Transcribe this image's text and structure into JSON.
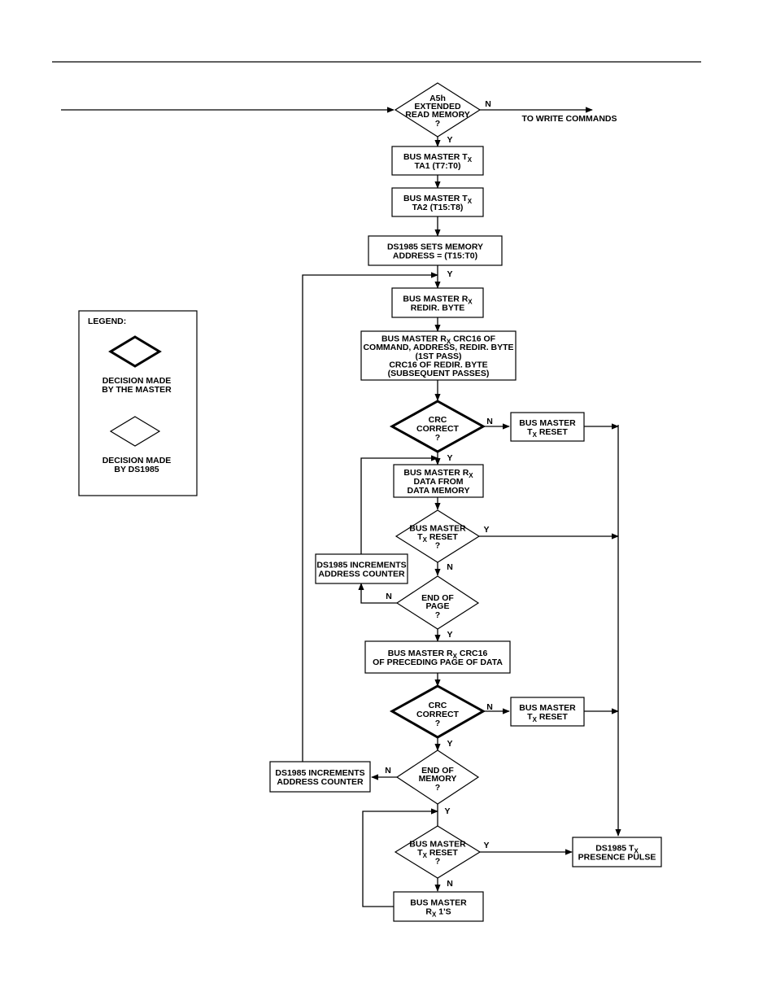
{
  "legend": {
    "title": "LEGEND:",
    "master_decision": [
      "DECISION MADE",
      "BY THE MASTER"
    ],
    "ds_decision": [
      "DECISION MADE",
      "BY DS1985"
    ]
  },
  "nodes": {
    "cmd": [
      "A5h",
      "EXTENDED",
      "READ MEMORY",
      "?"
    ],
    "to_write": "TO WRITE COMMANDS",
    "tx_ta1": [
      [
        "BUS MASTER T",
        "X"
      ],
      [
        "TA1 (T7:T0)"
      ]
    ],
    "tx_ta2": [
      [
        "BUS MASTER T",
        "X"
      ],
      [
        "TA2 (T15:T8)"
      ]
    ],
    "set_addr": [
      [
        "DS1985 SETS MEMORY"
      ],
      [
        "ADDRESS = (T15:T0)"
      ]
    ],
    "rx_redir": [
      [
        "BUS MASTER R",
        "X"
      ],
      [
        "REDIR. BYTE"
      ]
    ],
    "rx_crc16": [
      [
        "BUS MASTER R",
        "X",
        " CRC16 OF"
      ],
      [
        "COMMAND, ADDRESS, REDIR. BYTE"
      ],
      [
        "(1ST PASS)"
      ],
      [
        "CRC16 OF REDIR. BYTE"
      ],
      [
        "(SUBSEQUENT PASSES)"
      ]
    ],
    "crc1": [
      "CRC",
      "CORRECT",
      "?"
    ],
    "reset_box1": [
      [
        "BUS MASTER"
      ],
      [
        "T",
        "X",
        " RESET"
      ]
    ],
    "rx_data": [
      [
        "BUS MASTER R",
        "X"
      ],
      [
        "DATA FROM"
      ],
      [
        "DATA MEMORY"
      ]
    ],
    "tx_reset_q1": [
      [
        "BUS MASTER"
      ],
      [
        "T",
        "X",
        " RESET"
      ],
      [
        "?"
      ]
    ],
    "inc_counter1": [
      [
        "DS1985 INCREMENTS"
      ],
      [
        "ADDRESS COUNTER"
      ]
    ],
    "end_page": [
      "END OF",
      "PAGE",
      "?"
    ],
    "rx_crc_page": [
      [
        "BUS MASTER R",
        "X",
        " CRC16"
      ],
      [
        "OF PRECEDING PAGE OF DATA"
      ]
    ],
    "crc2": [
      "CRC",
      "CORRECT",
      "?"
    ],
    "reset_box2": [
      [
        "BUS MASTER"
      ],
      [
        "T",
        "X",
        " RESET"
      ]
    ],
    "inc_counter2": [
      [
        "DS1985 INCREMENTS"
      ],
      [
        "ADDRESS COUNTER"
      ]
    ],
    "end_memory": [
      "END OF",
      "MEMORY",
      "?"
    ],
    "tx_reset_q2": [
      [
        "BUS MASTER"
      ],
      [
        "T",
        "X",
        " RESET"
      ],
      [
        "?"
      ]
    ],
    "presence": [
      [
        "DS1985 T",
        "X"
      ],
      [
        "PRESENCE PULSE"
      ]
    ],
    "rx_ones": [
      [
        "BUS MASTER"
      ],
      [
        "R",
        "X",
        " 1'S"
      ]
    ]
  },
  "labels": {
    "yes": "Y",
    "no": "N"
  }
}
